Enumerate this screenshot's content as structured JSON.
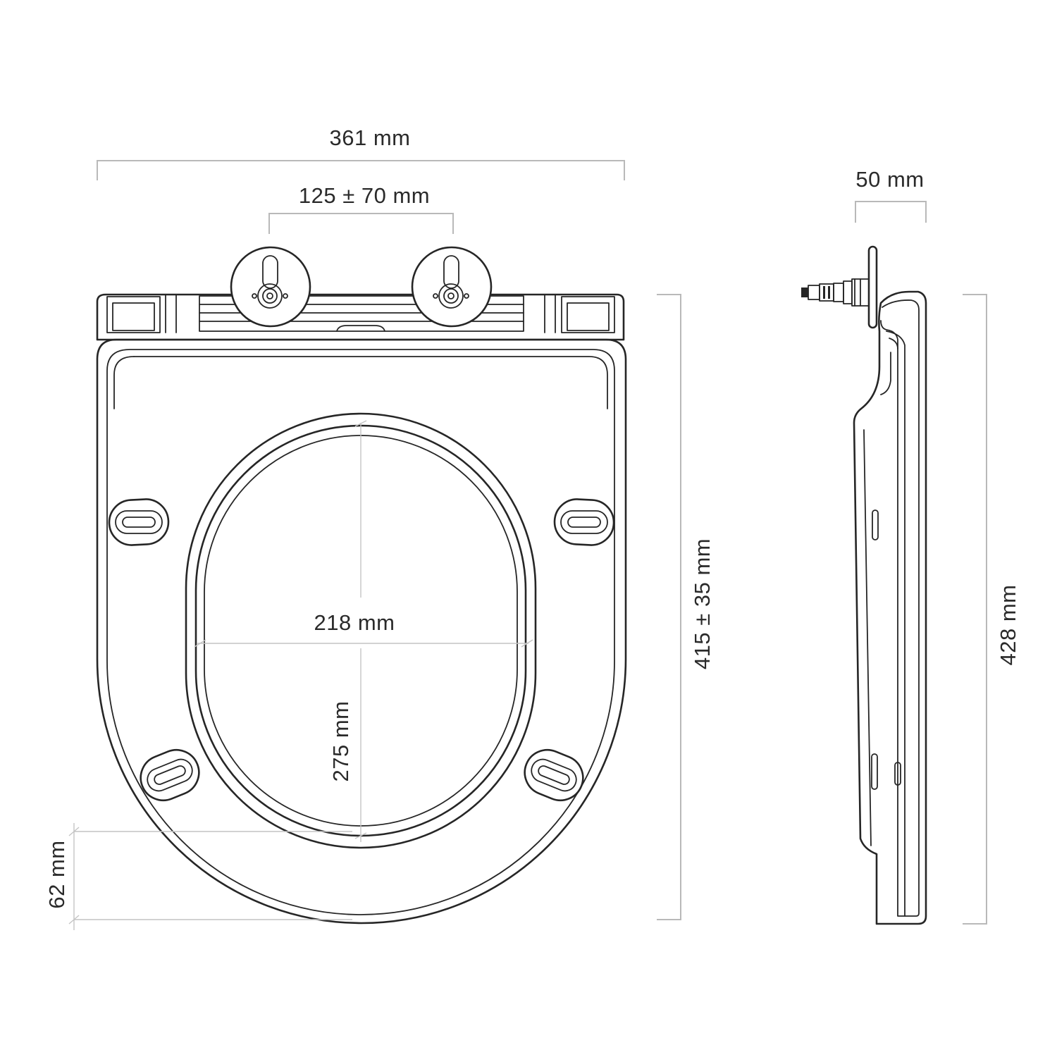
{
  "diagram": {
    "labels": {
      "overall_width": "361 mm",
      "hinge_spacing": "125 ± 70 mm",
      "seat_depth": "50 mm",
      "opening_width": "218 mm",
      "opening_length": "275 mm",
      "front_rim": "62 mm",
      "hinge_to_front": "415 ± 35 mm",
      "overall_length": "428 mm"
    },
    "colors": {
      "outline": "#262626",
      "dimension_line": "#b9b9b9",
      "text": "#2a2a2a"
    }
  }
}
